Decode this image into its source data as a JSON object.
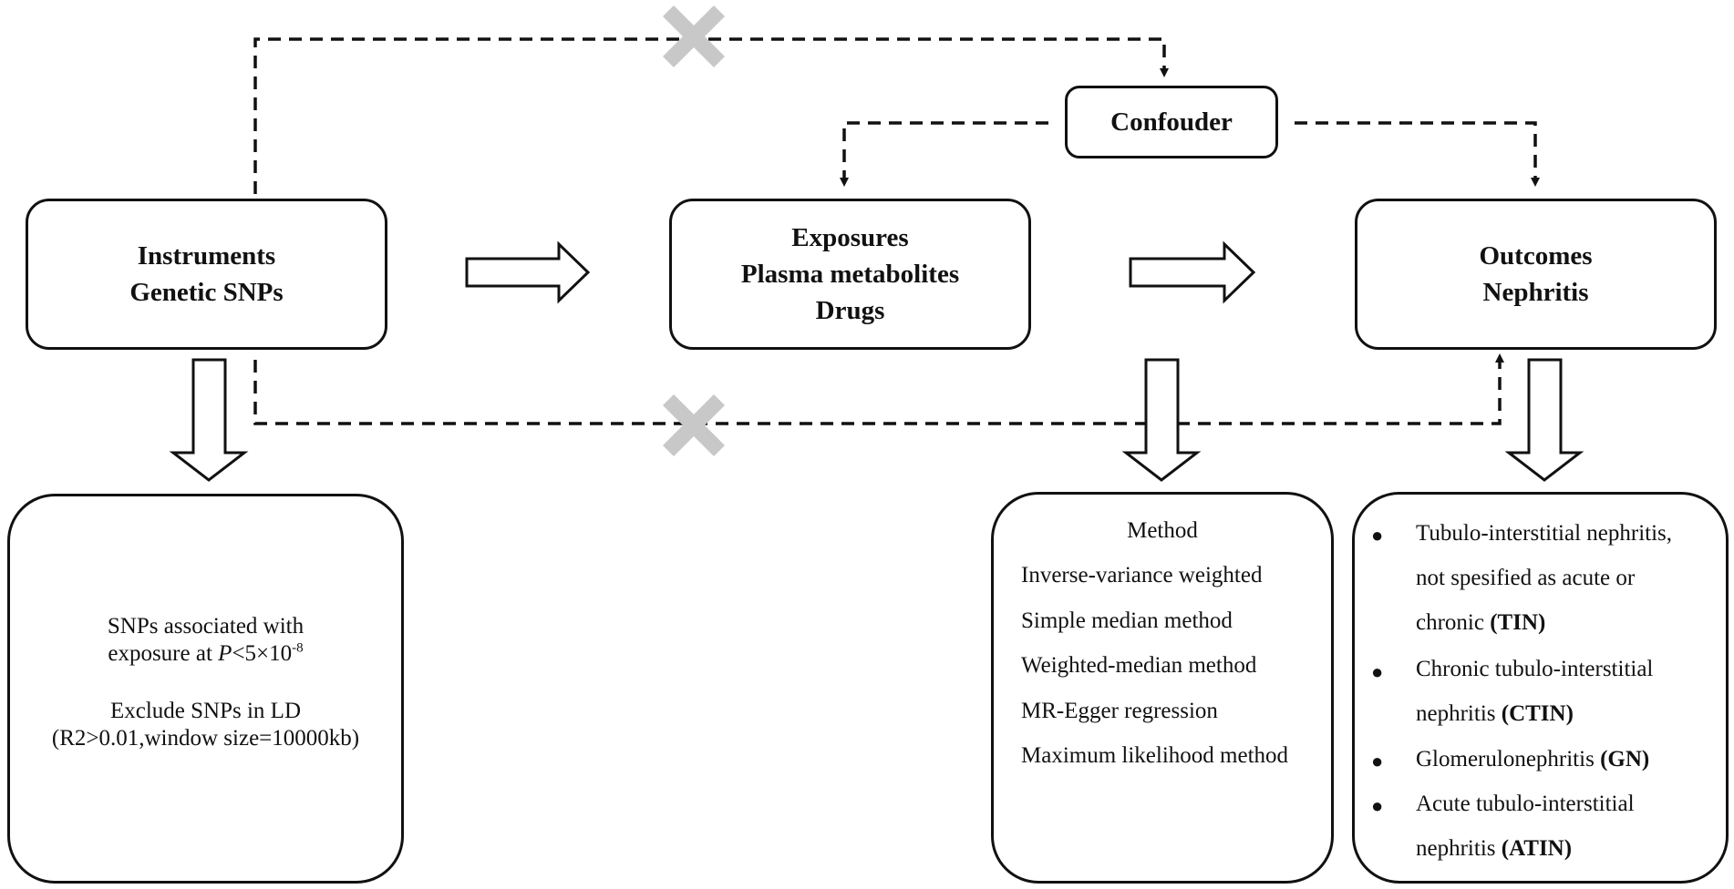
{
  "confounder": {
    "label": "Confouder"
  },
  "instruments": {
    "line1": "Instruments",
    "line2": "Genetic SNPs"
  },
  "exposures": {
    "line1": "Exposures",
    "line2": "Plasma metabolites",
    "line3": "Drugs"
  },
  "outcomes": {
    "line1": "Outcomes",
    "line2": "Nephritis"
  },
  "snp_criteria": {
    "line1": "SNPs associated with",
    "line2_prefix": "exposure at ",
    "p_symbol": "P",
    "threshold": "<5×10",
    "exponent": "-8",
    "line3": "Exclude  SNPs in LD",
    "line4": "(R2>0.01,window  size=10000kb)"
  },
  "methods": {
    "title": "Method",
    "items": [
      "Inverse-variance  weighted",
      "Simple  median  method",
      "Weighted-median  method",
      "MR-Egger  regression",
      "Maximum  likelihood  method"
    ]
  },
  "outcome_list": {
    "bullet": "●",
    "items": [
      {
        "lines": [
          "Tubulo-interstitial  nephritis,",
          "not  spesified  as  acute  or",
          "chronic  "
        ],
        "abbr": "(TIN)"
      },
      {
        "lines": [
          "Chronic  tubulo-interstitial",
          "nephritis  "
        ],
        "abbr": "(CTIN)"
      },
      {
        "lines": [
          "Glomerulonephritis  "
        ],
        "abbr": "(GN)"
      },
      {
        "lines": [
          "Acute  tubulo-interstitial",
          "nephritis  "
        ],
        "abbr": "(ATIN)"
      }
    ]
  },
  "colors": {
    "line": "#111111",
    "cross": "#c8c8c8",
    "background": "#ffffff"
  }
}
